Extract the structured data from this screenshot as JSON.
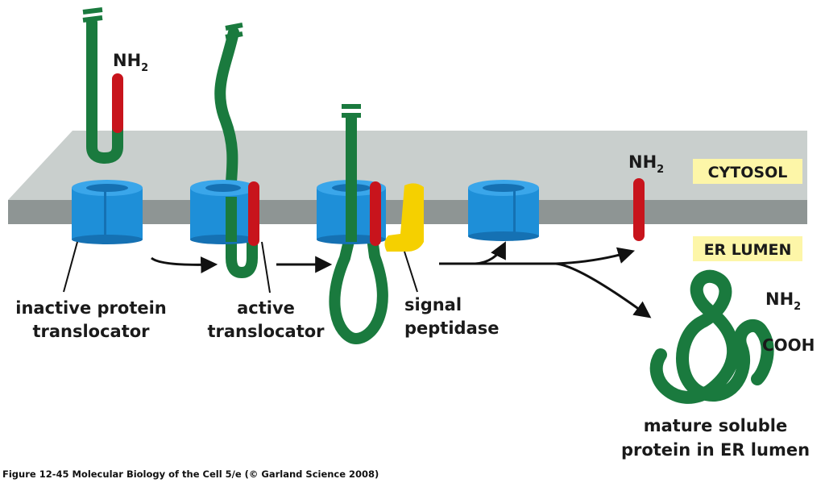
{
  "labels": {
    "nh2_top": "NH",
    "nh2_top_sub": "2",
    "nh2_middle": "NH",
    "nh2_middle_sub": "2",
    "nh2_right": "NH",
    "nh2_right_sub": "2",
    "cooh": "COOH",
    "cytosol": "CYTOSOL",
    "er_lumen": "ER LUMEN",
    "inactive_translocator_line1": "inactive protein",
    "inactive_translocator_line2": "translocator",
    "active_translocator_line1": "active",
    "active_translocator_line2": "translocator",
    "signal_peptidase_line1": "signal",
    "signal_peptidase_line2": "peptidase",
    "mature_protein_line1": "mature soluble",
    "mature_protein_line2": "protein in ER lumen"
  },
  "caption": "Figure 12-45  Molecular Biology of the Cell 5/e (© Garland Science 2008)",
  "colors": {
    "membrane_top": "#c9cfcd",
    "membrane_front": "#8e9594",
    "translocator": "#1e8fd8",
    "translocator_dark": "#1571b3",
    "polypeptide": "#1a7a3e",
    "signal_sequence": "#c8141c",
    "signal_peptidase": "#f5d000",
    "label_highlight": "#fdf6a8"
  }
}
